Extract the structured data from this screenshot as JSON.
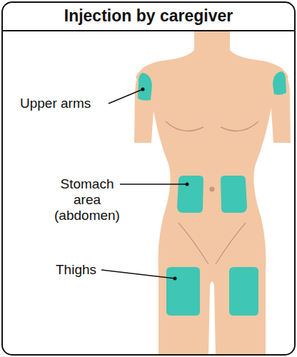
{
  "diagram": {
    "title": "Injection by caregiver",
    "labels": [
      "Upper arms",
      "Stomach area (abdomen)",
      "Thighs"
    ]
  }
}
